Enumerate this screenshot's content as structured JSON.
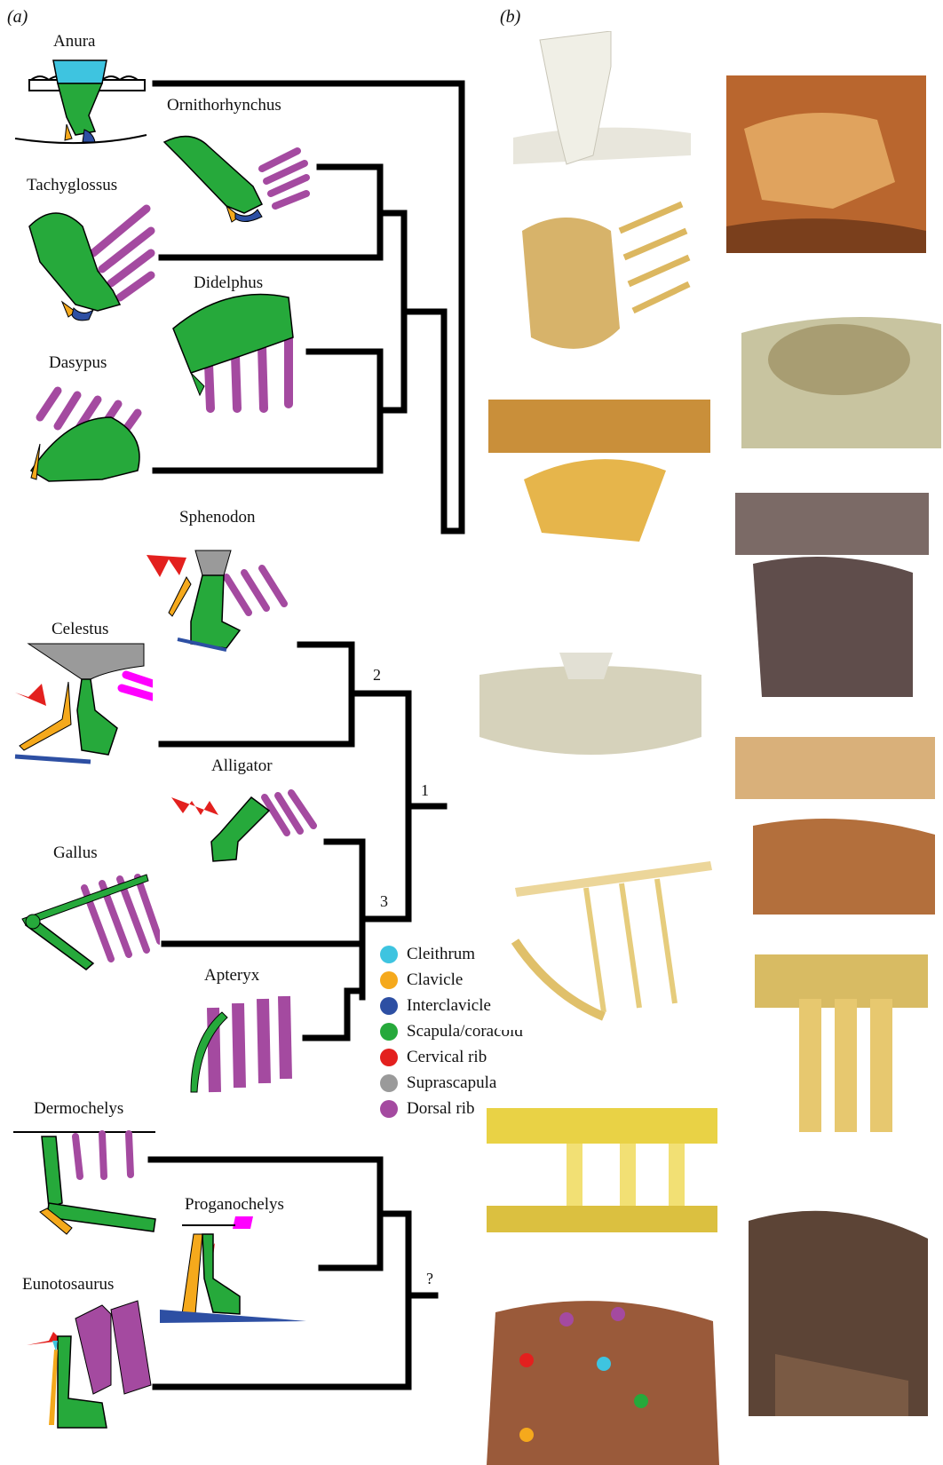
{
  "panels": {
    "a": "(a)",
    "b": "(b)"
  },
  "taxa": [
    "Anura",
    "Ornithorhynchus",
    "Tachyglossus",
    "Didelphus",
    "Dasypus",
    "Sphenodon",
    "Celestus",
    "Alligator",
    "Gallus",
    "Apteryx",
    "Dermochelys",
    "Proganochelys",
    "Eunotosaurus"
  ],
  "nodes": {
    "n1": "1",
    "n2": "2",
    "n3": "3",
    "unknown": "?"
  },
  "legend": [
    {
      "label": "Cleithrum",
      "color": "#3ec4e0"
    },
    {
      "label": "Clavicle",
      "color": "#f5a91c"
    },
    {
      "label": "Interclavicle",
      "color": "#2d4fa3"
    },
    {
      "label": "Scapula/coracoid",
      "color": "#26a93b"
    },
    {
      "label": "Cervical rib",
      "color": "#e3201e"
    },
    {
      "label": "Suprascapula",
      "color": "#9a9a9a"
    },
    {
      "label": "Dorsal rib",
      "color": "#a44aa0"
    }
  ]
}
